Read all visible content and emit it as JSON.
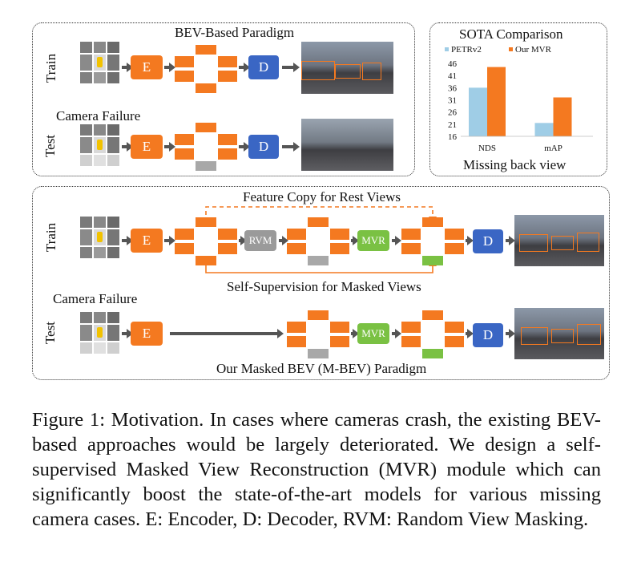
{
  "top_left": {
    "title": "BEV-Based Paradigm",
    "train_label": "Train",
    "test_label": "Test",
    "camera_failure": "Camera Failure",
    "encoder": "E",
    "decoder": "D"
  },
  "sota": {
    "title": "SOTA Comparison",
    "footer": "Missing back view"
  },
  "chart_data": {
    "type": "bar",
    "title": "SOTA Comparison",
    "xlabel": "Missing back view",
    "categories": [
      "NDS",
      "mAP"
    ],
    "series": [
      {
        "name": "PETRv2",
        "values": [
          36,
          21.5
        ],
        "color": "#9fcde6"
      },
      {
        "name": "Our MVR",
        "values": [
          44.5,
          32
        ],
        "color": "#f47920"
      }
    ],
    "yticks": [
      16,
      21,
      26,
      31,
      36,
      41,
      46
    ],
    "ylim": [
      16,
      47
    ],
    "legend": "top"
  },
  "bottom": {
    "title": "Our Masked BEV (M-BEV) Paradigm",
    "feature_copy": "Feature Copy for Rest Views",
    "self_supervision": "Self-Supervision for Masked Views",
    "train_label": "Train",
    "test_label": "Test",
    "camera_failure": "Camera Failure",
    "encoder": "E",
    "decoder": "D",
    "rvm": "RVM",
    "mvr": "MVR"
  },
  "caption": {
    "text": "Figure 1: Motivation. In cases where cameras crash, the existing BEV-based approaches would be largely deteriorated. We design a self-supervised Masked View Reconstruction (MVR) module which can significantly boost the state-of-the-art models for various missing camera cases. E: Encoder, D: Decoder, RVM: Random View Masking."
  },
  "colors": {
    "orange": "#f47920",
    "blue": "#3a66c4",
    "green": "#7ac143",
    "gray": "#9a9a9a"
  }
}
